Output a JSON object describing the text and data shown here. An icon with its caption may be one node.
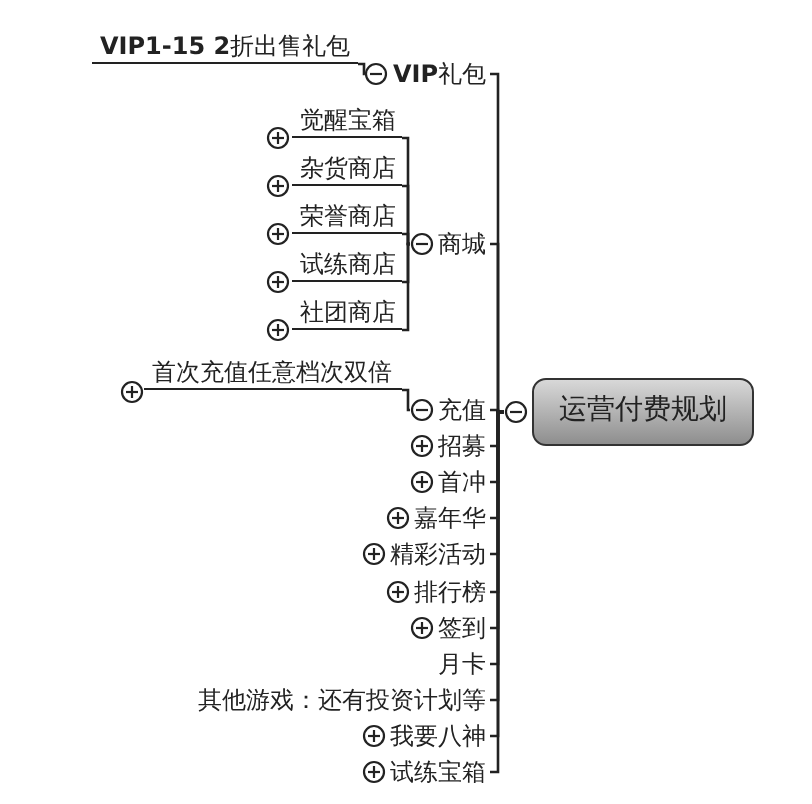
{
  "diagram": {
    "nodes": [
      {
        "text": [
          "运营付费规划"
        ]
      },
      {
        "text": [
          "**VIP**礼包"
        ]
      },
      {
        "text": [
          "**VIP1-15 2**折出售礼包"
        ]
      },
      {
        "text": [
          "商城"
        ]
      },
      {
        "text": [
          "觉醒宝箱"
        ]
      },
      {
        "text": [
          "杂货商店"
        ]
      },
      {
        "text": [
          "荣誉商店"
        ]
      },
      {
        "text": [
          "试练商店"
        ]
      },
      {
        "text": [
          "社团商店"
        ]
      },
      {
        "text": [
          "充值"
        ]
      },
      {
        "text": [
          "首次充值任意档次双倍"
        ]
      },
      {
        "text": [
          "招募"
        ]
      },
      {
        "text": [
          "首冲"
        ]
      },
      {
        "text": [
          "嘉年华"
        ]
      },
      {
        "text": [
          "精彩活动"
        ]
      },
      {
        "text": [
          "排行榜"
        ]
      },
      {
        "text": [
          "签到"
        ]
      },
      {
        "text": [
          "月卡"
        ]
      },
      {
        "text": [
          "其他游戏：还有投资计划等"
        ]
      },
      {
        "text": [
          "我要八神"
        ]
      },
      {
        "text": [
          "试练宝箱"
        ]
      }
    ],
    "edges": [
      {
        "from": 0,
        "to": 1,
        "arrow": "none"
      },
      {
        "from": 1,
        "to": 2,
        "arrow": "none"
      },
      {
        "from": 0,
        "to": 3,
        "arrow": "none"
      },
      {
        "from": 3,
        "to": 4,
        "arrow": "none"
      },
      {
        "from": 3,
        "to": 5,
        "arrow": "none"
      },
      {
        "from": 3,
        "to": 6,
        "arrow": "none"
      },
      {
        "from": 3,
        "to": 7,
        "arrow": "none"
      },
      {
        "from": 3,
        "to": 8,
        "arrow": "none"
      },
      {
        "from": 0,
        "to": 9,
        "arrow": "none"
      },
      {
        "from": 9,
        "to": 10,
        "arrow": "none"
      },
      {
        "from": 0,
        "to": 11,
        "arrow": "none"
      },
      {
        "from": 0,
        "to": 12,
        "arrow": "none"
      },
      {
        "from": 0,
        "to": 13,
        "arrow": "none"
      },
      {
        "from": 0,
        "to": 14,
        "arrow": "none"
      },
      {
        "from": 0,
        "to": 15,
        "arrow": "none"
      },
      {
        "from": 0,
        "to": 16,
        "arrow": "none"
      },
      {
        "from": 0,
        "to": 17,
        "arrow": "none"
      },
      {
        "from": 0,
        "to": 18,
        "arrow": "none"
      },
      {
        "from": 0,
        "to": 19,
        "arrow": "none"
      },
      {
        "from": 0,
        "to": 20,
        "arrow": "none"
      }
    ]
  }
}
